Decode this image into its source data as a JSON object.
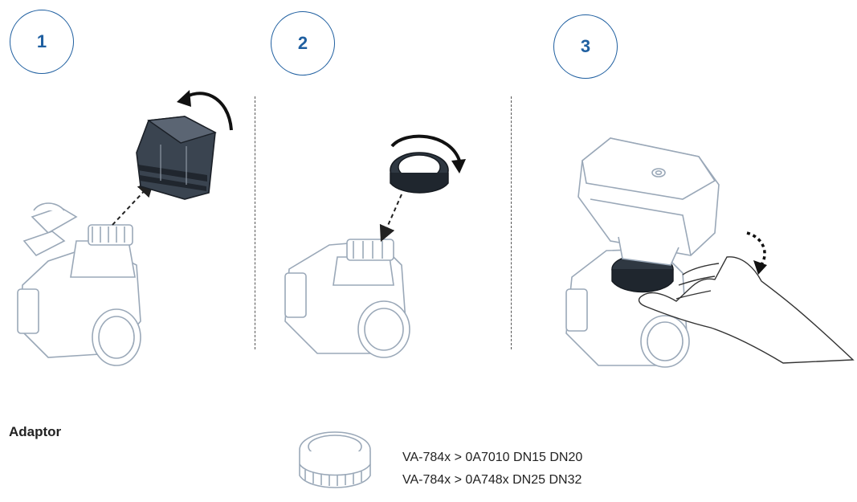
{
  "steps": [
    {
      "number": "1"
    },
    {
      "number": "2"
    },
    {
      "number": "3"
    }
  ],
  "adaptor": {
    "title": "Adaptor",
    "lines": [
      "VA-784x > 0A7010 DN15 DN20",
      "VA-784x > 0A748x DN25 DN32"
    ]
  },
  "colors": {
    "accent": "#1f5fa0",
    "line_art": "#9aa8b8",
    "dark_part": "#2b3440"
  }
}
